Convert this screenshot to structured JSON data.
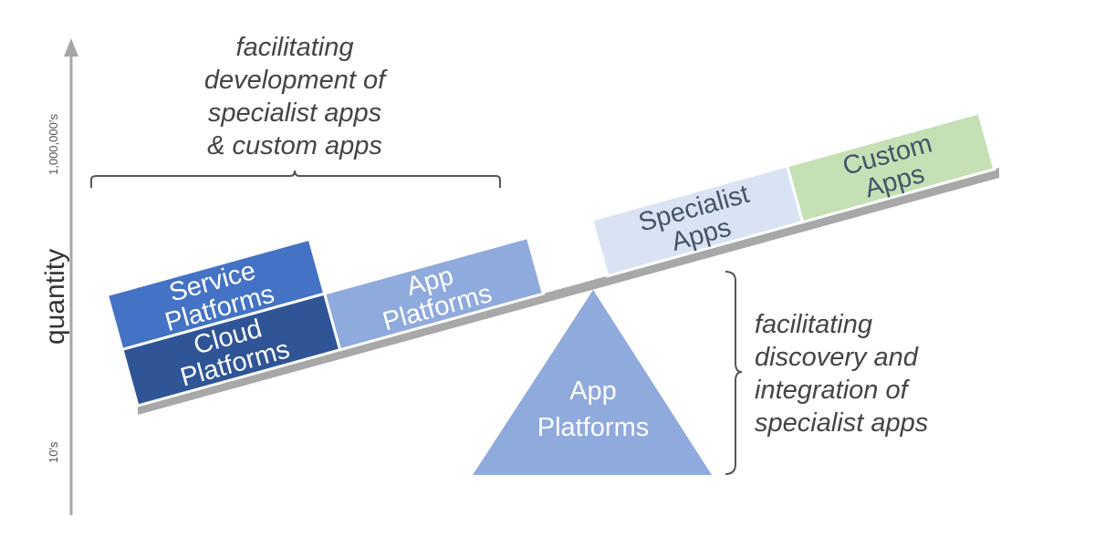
{
  "axis": {
    "label": "quantity",
    "top_tick": "1,000,000's",
    "bottom_tick": "10's"
  },
  "top_note": {
    "lines": [
      "facilitating",
      "development of",
      "specialist apps",
      "& custom apps"
    ]
  },
  "right_note": {
    "lines": [
      "facilitating",
      "discovery and",
      "integration of",
      "specialist apps"
    ]
  },
  "blocks": {
    "service_platforms": {
      "line1": "Service",
      "line2": "Platforms"
    },
    "cloud_platforms": {
      "line1": "Cloud",
      "line2": "Platforms"
    },
    "app_platforms_beam": {
      "line1": "App",
      "line2": "Platforms"
    },
    "specialist_apps": {
      "line1": "Specialist",
      "line2": "Apps"
    },
    "custom_apps": {
      "line1": "Custom",
      "line2": "Apps"
    }
  },
  "fulcrum": {
    "line1": "App",
    "line2": "Platforms"
  },
  "colors": {
    "service_platforms": "#4472c4",
    "cloud_platforms": "#2f5597",
    "app_platforms": "#8faadc",
    "specialist_apps": "#dae3f3",
    "custom_apps": "#c5e0b4",
    "beam": "#a5a5a5",
    "axis": "#a0a0a0"
  }
}
